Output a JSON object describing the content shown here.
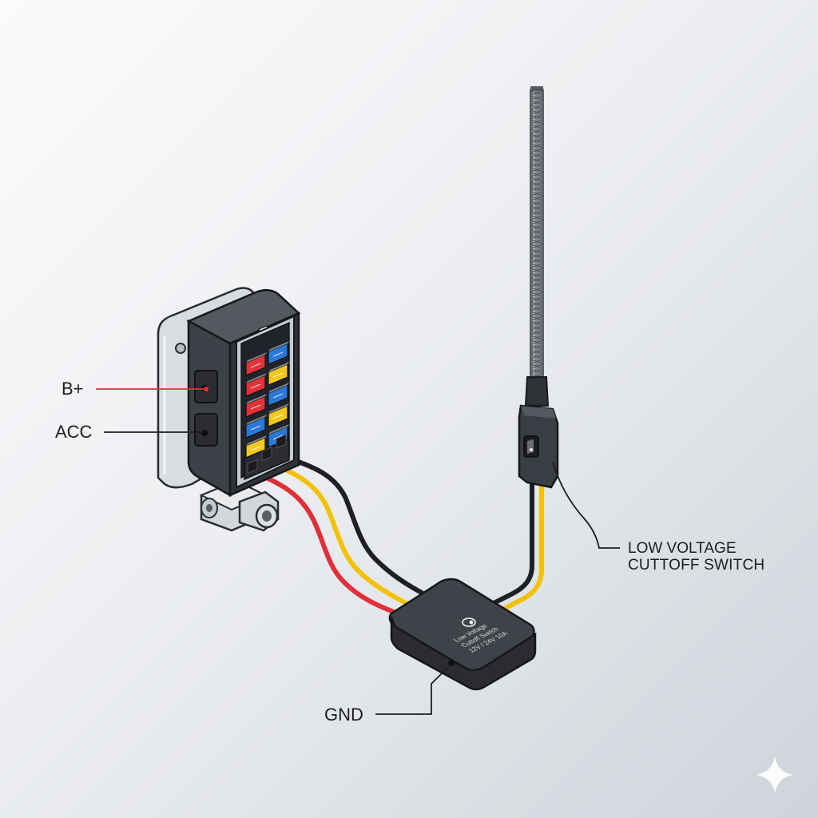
{
  "labels": {
    "b_plus": "B+",
    "acc": "ACC",
    "gnd": "GND",
    "lvc_line1": "LOW VOLTAGE",
    "lvc_line2": "CUTTOFF SWITCH"
  },
  "module_print": {
    "line1": "Low Voltage",
    "line2": "Cuttoff Switch",
    "line3": "12V / 24V 10A"
  },
  "colors": {
    "wire_red": "#e0303a",
    "wire_yellow": "#f2c200",
    "wire_black": "#1e2024",
    "housing_dark": "#3d4046",
    "bracket_light": "#d9dce0",
    "fuse_red": "#e2323a",
    "fuse_blue": "#2a78d8",
    "fuse_yellow": "#f2c81e",
    "callout_red": "#e0303a",
    "callout_black": "#1d1d1f"
  },
  "icons": [
    "sparkle-icon",
    "power-icon",
    "rocker-switch-icon"
  ]
}
